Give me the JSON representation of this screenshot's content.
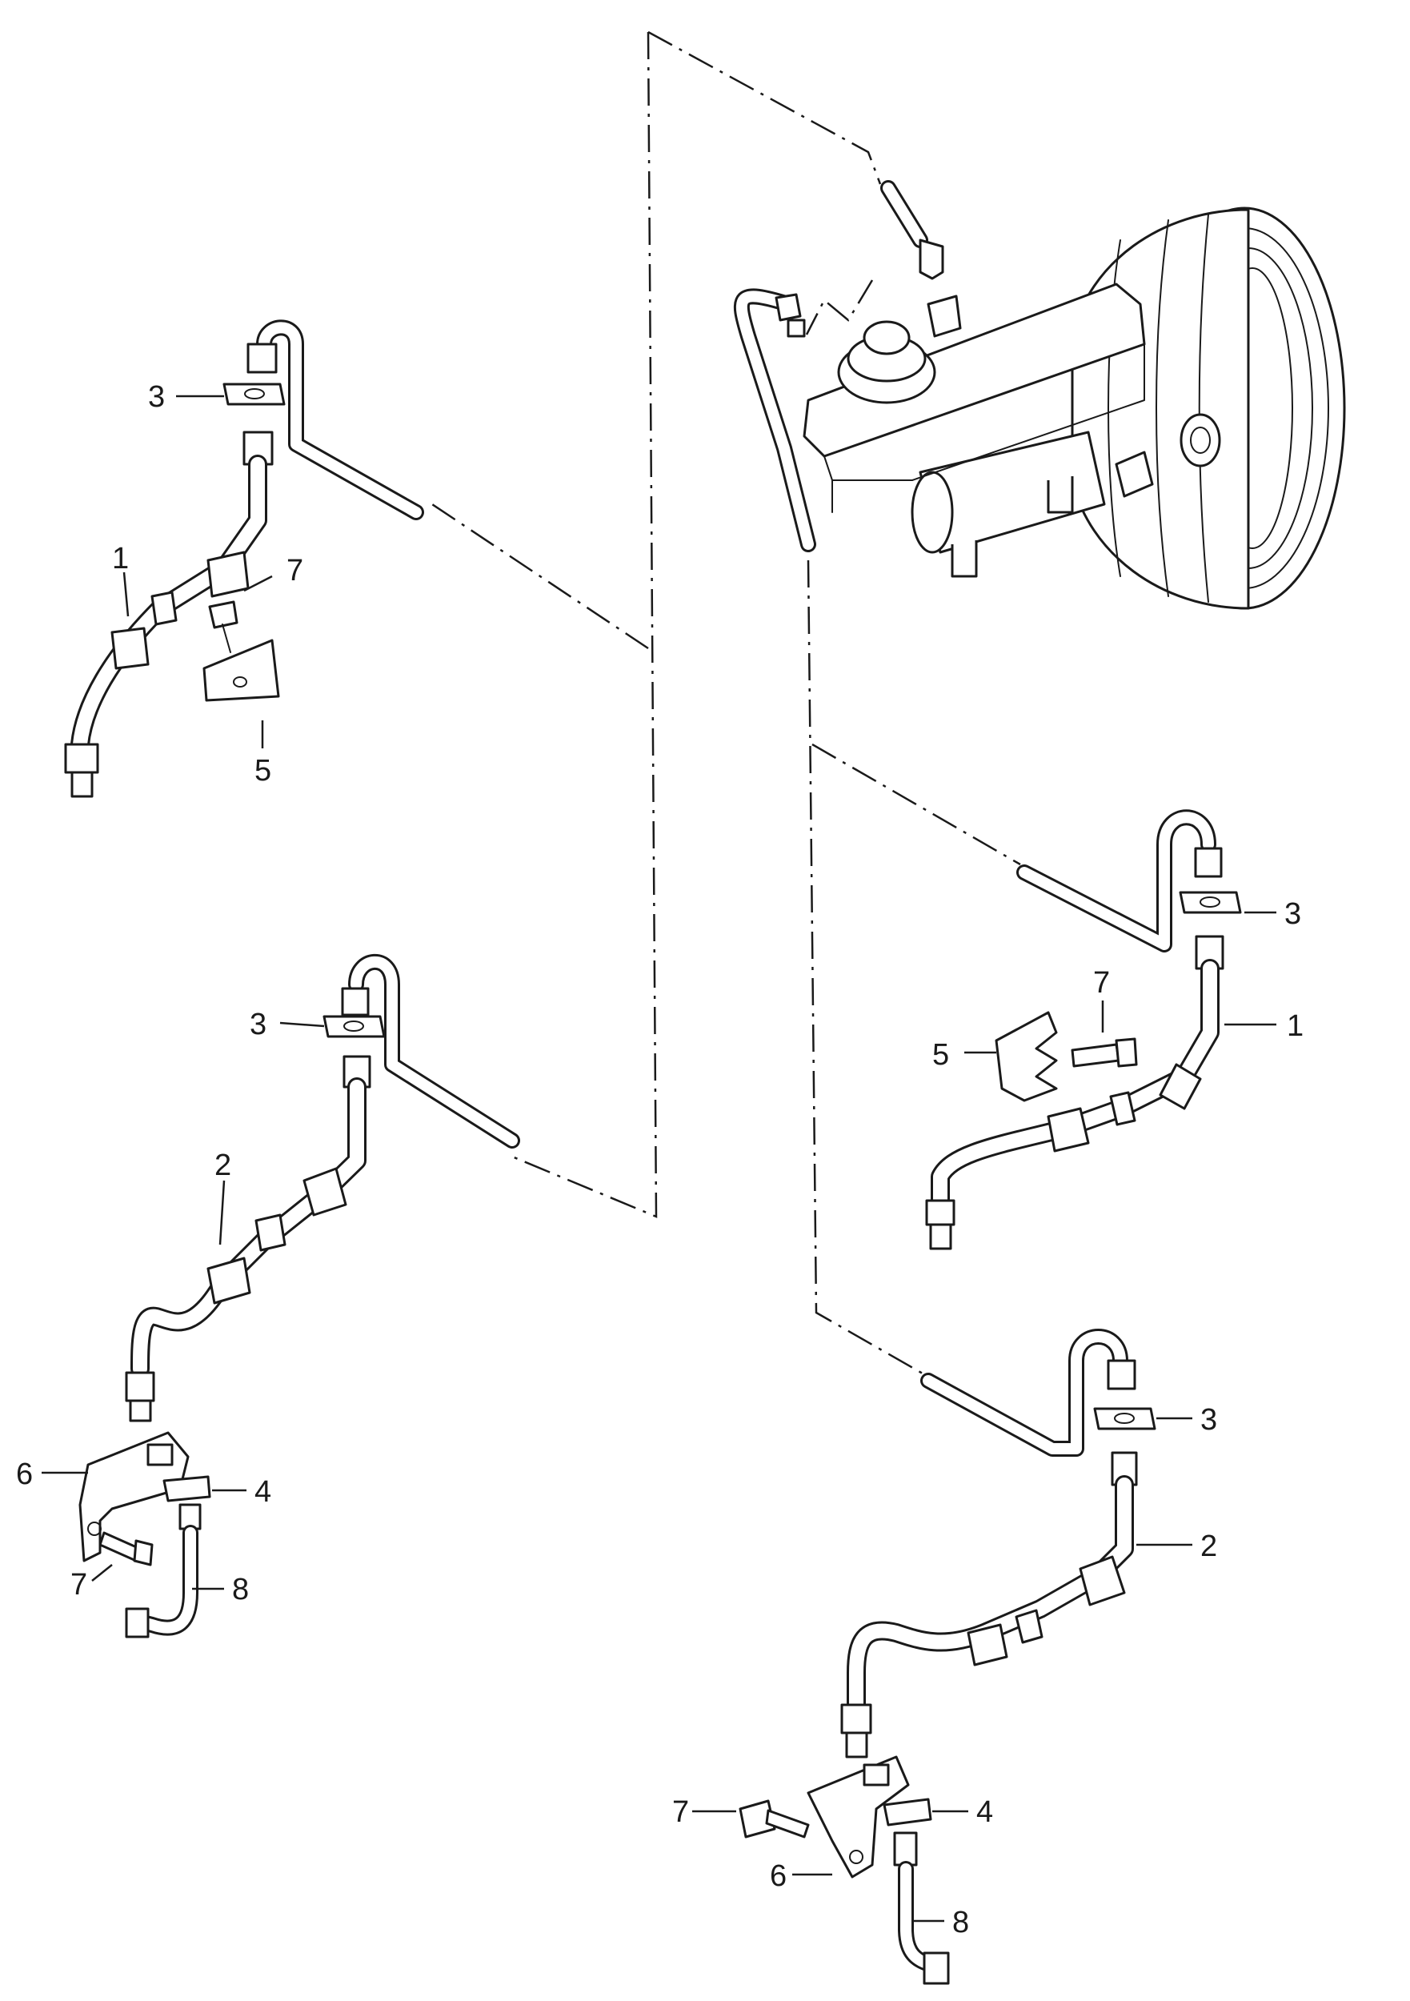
{
  "labels": {
    "tl_3": "3",
    "tl_1": "1",
    "tl_7": "7",
    "tl_5": "5",
    "ml_3": "3",
    "ml_2": "2",
    "ml_6": "6",
    "ml_4": "4",
    "ml_7": "7",
    "ml_8": "8",
    "mr_3": "3",
    "mr_7": "7",
    "mr_5": "5",
    "mr_1": "1",
    "br_3": "3",
    "br_2": "2",
    "br_7": "7",
    "br_4": "4",
    "br_6": "6",
    "br_8": "8"
  }
}
